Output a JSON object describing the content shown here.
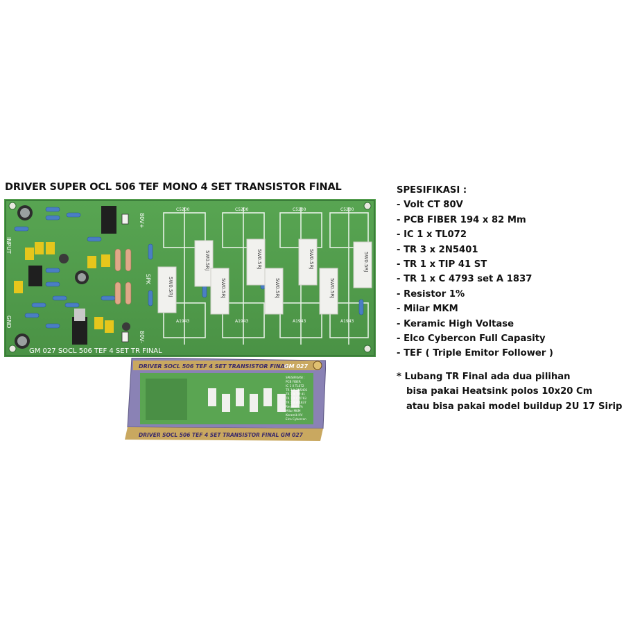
{
  "title": "DRIVER SUPER OCL 506 TEF MONO 4 SET TRANSISTOR FINAL",
  "specs": {
    "heading": "SPESIFIKASI :",
    "items": [
      "- Volt CT 80V",
      "- PCB FIBER 194 x 82 Mm",
      "- IC 1 x TL072",
      "- TR 3 x 2N5401",
      "- TR 1 x TIP 41 ST",
      "- TR 1 x C 4793 set A 1837",
      "- Resistor  1%",
      "- Milar MKM",
      "- Keramic High Voltase",
      "- Elco Cybercon Full Capasity",
      "- TEF ( Triple Emitor Follower )"
    ],
    "note": [
      "* Lubang TR Final ada dua pilihan",
      "bisa pakai Heatsink polos 10x20 Cm",
      "atau bisa pakai model buildup 2U 17 Sirip"
    ]
  },
  "pcb": {
    "silkscreen": "GM 027  SOCL 506 TEF 4 SET TR FINAL",
    "labels": {
      "v_plus": "80V+",
      "v_minus": "80V-",
      "gnd": "GND",
      "spk": "SPK",
      "input": "INPUT"
    },
    "resistor_text": "5W0.5RJ",
    "pad_label": "C5200",
    "pad_label2": "A1943"
  },
  "box": {
    "title": "DRIVER SOCL 506 TEF 4 SET TRANSISTOR FINAL",
    "code": "GM 027",
    "bottom_title": "DRIVER SOCL 506 TEF 4 SET TRANSISTOR FINAL  GM 027",
    "spec_lines": [
      "SPESIFIKASI :",
      "PCB FIBER",
      "IC 1 X TL072",
      "TR 3 X 2N5401",
      "TR 1 X TIP 41",
      "TR 1 X C 4793",
      "TR 1 X A 1837",
      "Resistor 1%",
      "Milar MKM",
      "Keramik HV",
      "Elco Cybercon"
    ]
  },
  "colors": {
    "pcb_green": "#4f9a4a",
    "pcb_dark": "#3b7d3a",
    "resistor_white": "#f1f1ee",
    "box_purple": "#7c74a8",
    "box_gold": "#c9a860"
  }
}
